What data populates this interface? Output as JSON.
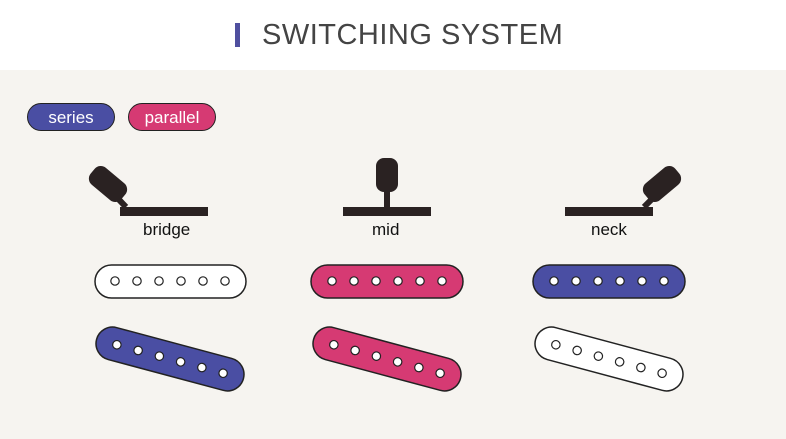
{
  "header": {
    "title": "SWITCHING SYSTEM"
  },
  "colors": {
    "accent_bar": "#4f4f9f",
    "series": "#4a4ea3",
    "parallel": "#d63a73",
    "off": "#ffffff",
    "outline": "#222222",
    "switch": "#2a2222",
    "panel_bg": "#f6f4f0"
  },
  "legend": {
    "series_label": "series",
    "parallel_label": "parallel"
  },
  "positions": [
    {
      "label": "bridge",
      "lever": "left",
      "top_pickup": "off",
      "bottom_pickup": "series"
    },
    {
      "label": "mid",
      "lever": "up",
      "top_pickup": "parallel",
      "bottom_pickup": "parallel"
    },
    {
      "label": "neck",
      "lever": "right",
      "top_pickup": "series",
      "bottom_pickup": "off"
    }
  ]
}
